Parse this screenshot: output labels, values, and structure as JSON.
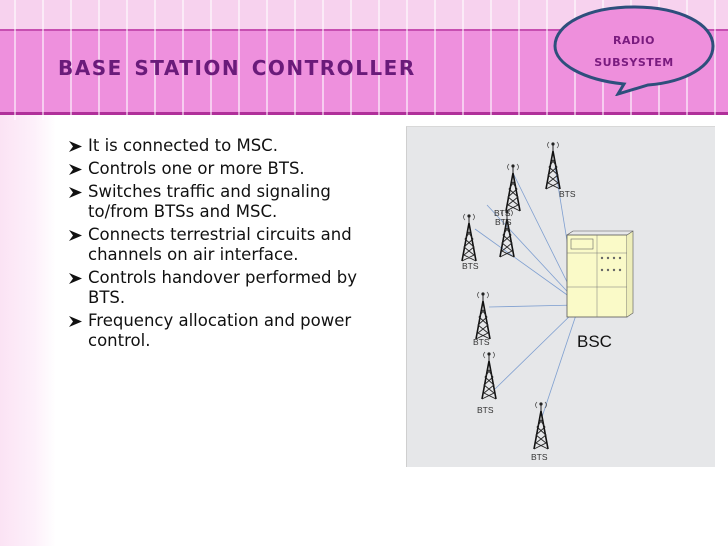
{
  "slide": {
    "title": "Base Station Controller",
    "bubble": {
      "line1": "Radio",
      "line2": "Subsystem"
    },
    "bullets": [
      "It is connected to MSC.",
      "Controls one or more BTS.",
      "Switches traffic and signaling to/from BTSs and MSC.",
      "Connects terrestrial circuits and channels on air interface.",
      "Controls handover performed by BTS.",
      "Frequency allocation and power control."
    ]
  },
  "diagram": {
    "controller_label": "BSC",
    "tower_labels": [
      "BTS",
      "BTS",
      "BTS",
      "BTS",
      "BTS",
      "BTS",
      "BTS"
    ]
  },
  "colors": {
    "title_band": "#ee90dd",
    "title_text": "#6a1b7a",
    "bubble_fill": "#ee8fdc",
    "bubble_border": "#2e4f7c",
    "controller_fill": "#fafac8"
  }
}
